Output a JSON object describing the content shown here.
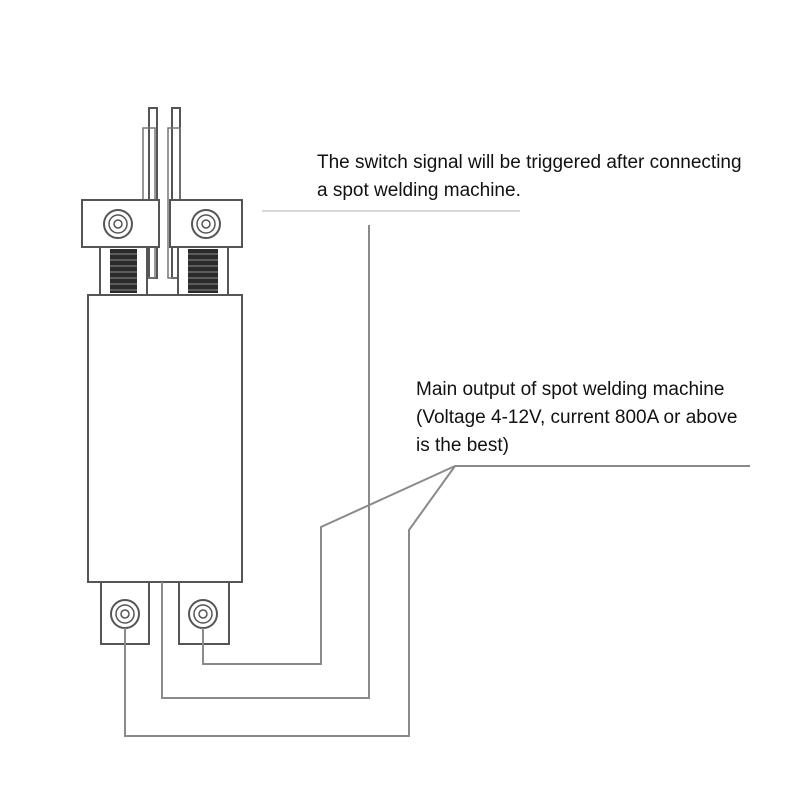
{
  "colors": {
    "line": "#8a8a8a",
    "outline": "#555555",
    "coil": "#2b2b2b",
    "text": "#111111"
  },
  "annotations": {
    "switch_signal": {
      "lines": [
        "The switch signal will be triggered after connecting",
        "a spot welding machine."
      ]
    },
    "main_output": {
      "lines": [
        "Main output of spot welding machine",
        "(Voltage 4-12V, current 800A or above",
        "is the best)"
      ]
    }
  }
}
